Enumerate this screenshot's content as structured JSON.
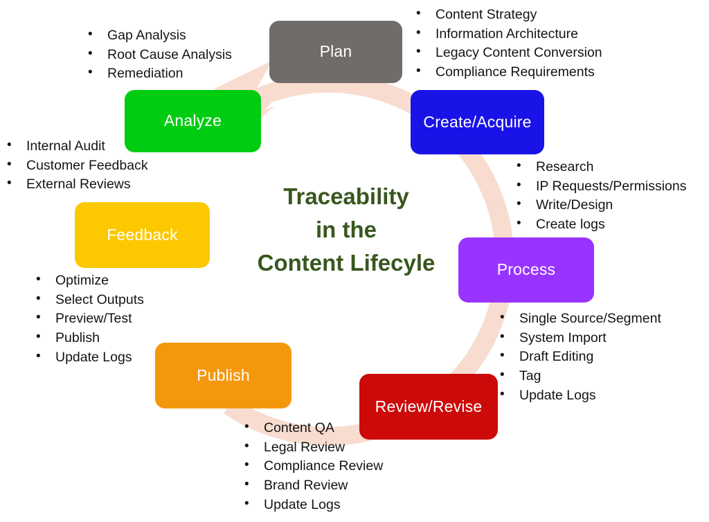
{
  "diagram": {
    "center_title_lines": [
      "Traceability",
      "in the",
      "Content Lifecyle"
    ],
    "colors": {
      "ring": "#f8dcd0",
      "title": "#38571f",
      "plan": "#706c69",
      "create_acquire": "#1a13e8",
      "process": "#9933ff",
      "review_revise": "#cc0a0a",
      "publish": "#f5970d",
      "feedback": "#fcc800",
      "analyze": "#00cc11",
      "text": "#141414"
    },
    "stages": [
      {
        "id": "plan",
        "label": "Plan"
      },
      {
        "id": "create-acquire",
        "label": "Create/Acquire"
      },
      {
        "id": "process",
        "label": "Process"
      },
      {
        "id": "review-revise",
        "label": "Review/Revise"
      },
      {
        "id": "publish",
        "label": "Publish"
      },
      {
        "id": "feedback",
        "label": "Feedback"
      },
      {
        "id": "analyze",
        "label": "Analyze"
      }
    ],
    "bullet_groups": [
      {
        "id": "analyze-bullets",
        "items": [
          "Gap Analysis",
          "Root Cause Analysis",
          "Remediation"
        ]
      },
      {
        "id": "plan-bullets",
        "items": [
          "Content Strategy",
          "Information Architecture",
          "Legacy Content Conversion",
          "Compliance Requirements"
        ]
      },
      {
        "id": "create-acquire-bullets",
        "items": [
          "Research",
          "IP Requests/Permissions",
          "Write/Design",
          "Create logs"
        ]
      },
      {
        "id": "process-bullets",
        "items": [
          "Single Source/Segment",
          "System Import",
          "Draft Editing",
          "Tag",
          "Update Logs"
        ]
      },
      {
        "id": "review-revise-bullets",
        "items": [
          "Content QA",
          "Legal Review",
          "Compliance Review",
          "Brand Review",
          "Update Logs"
        ]
      },
      {
        "id": "publish-bullets",
        "items": [
          "Optimize",
          "Select Outputs",
          "Preview/Test",
          "Publish",
          "Update Logs"
        ]
      },
      {
        "id": "feedback-bullets",
        "items": [
          "Internal Audit",
          "Customer Feedback",
          "External Reviews"
        ]
      }
    ]
  }
}
